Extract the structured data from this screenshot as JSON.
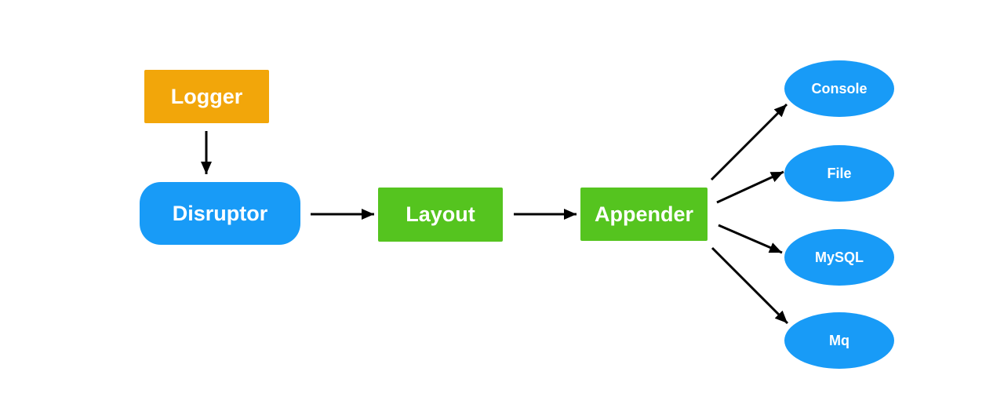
{
  "colors": {
    "node-orange": "#F2A60A",
    "node-blue": "#189BF7",
    "node-green": "#55C41F",
    "edge-black": "#000000",
    "label-white": "#FFFFFF",
    "background": "#FFFFFF"
  },
  "nodes": {
    "logger": {
      "label": "Logger",
      "shape": "rectangle",
      "color": "orange"
    },
    "disruptor": {
      "label": "Disruptor",
      "shape": "rounded-rectangle",
      "color": "blue"
    },
    "layout": {
      "label": "Layout",
      "shape": "rectangle",
      "color": "green"
    },
    "appender": {
      "label": "Appender",
      "shape": "rectangle",
      "color": "green"
    },
    "console": {
      "label": "Console",
      "shape": "ellipse",
      "color": "blue"
    },
    "file": {
      "label": "File",
      "shape": "ellipse",
      "color": "blue"
    },
    "mysql": {
      "label": "MySQL",
      "shape": "ellipse",
      "color": "blue"
    },
    "mq": {
      "label": "Mq",
      "shape": "ellipse",
      "color": "blue"
    }
  },
  "edges": [
    {
      "from": "Logger",
      "to": "Disruptor"
    },
    {
      "from": "Disruptor",
      "to": "Layout"
    },
    {
      "from": "Layout",
      "to": "Appender"
    },
    {
      "from": "Appender",
      "to": "Console"
    },
    {
      "from": "Appender",
      "to": "File"
    },
    {
      "from": "Appender",
      "to": "MySQL"
    },
    {
      "from": "Appender",
      "to": "Mq"
    }
  ]
}
